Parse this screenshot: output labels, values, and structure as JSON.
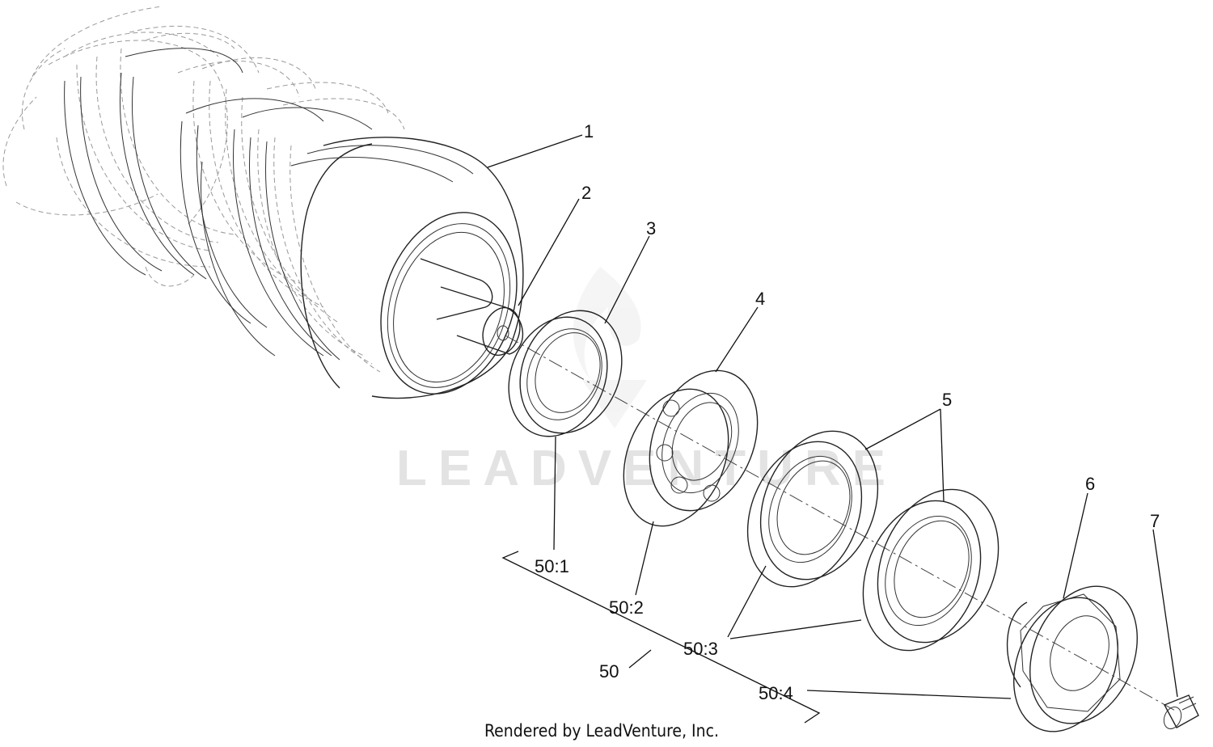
{
  "watermark": "LEADVENTURE",
  "footer": {
    "credit": "Rendered by LeadVenture, Inc."
  },
  "callouts": {
    "c1": "1",
    "c2": "2",
    "c3": "3",
    "c4": "4",
    "c5": "5",
    "c6": "6",
    "c7": "7",
    "c50_1": "50:1",
    "c50_2": "50:2",
    "c50_3": "50:3",
    "c50_4": "50:4",
    "c50": "50"
  }
}
